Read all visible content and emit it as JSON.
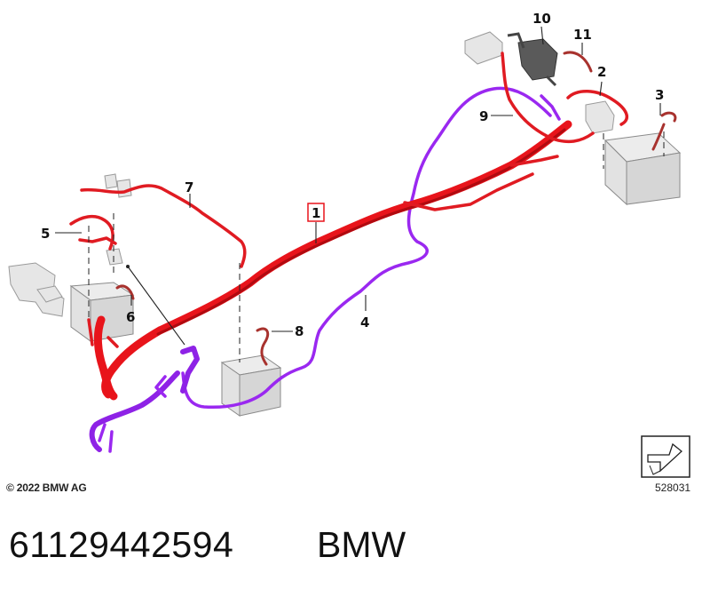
{
  "diagram": {
    "callouts": [
      {
        "id": "1",
        "label": "1",
        "boxed": true
      },
      {
        "id": "2",
        "label": "2"
      },
      {
        "id": "3",
        "label": "3"
      },
      {
        "id": "4",
        "label": "4"
      },
      {
        "id": "5",
        "label": "5"
      },
      {
        "id": "6",
        "label": "6"
      },
      {
        "id": "7",
        "label": "7"
      },
      {
        "id": "8",
        "label": "8"
      },
      {
        "id": "9",
        "label": "9"
      },
      {
        "id": "10",
        "label": "10"
      },
      {
        "id": "11",
        "label": "11"
      }
    ],
    "colors": {
      "main_cable": "#e8141b",
      "secondary_cable": "#9a28f0",
      "ground_strap": "#a8322e",
      "component_gray": "#e6e6e6"
    }
  },
  "footer": {
    "copyright": "© 2022 BMW AG",
    "diagram_number": "528031",
    "nav_icon": "arrow-box-icon"
  },
  "caption": {
    "part_number": "61129442594",
    "brand": "BMW"
  }
}
